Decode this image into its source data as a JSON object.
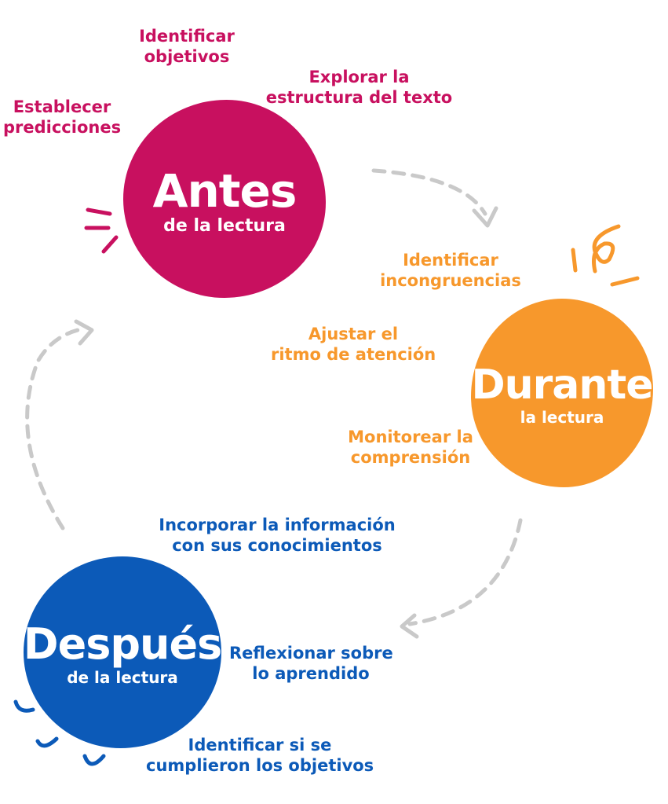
{
  "stages": {
    "antes": {
      "title": "Antes",
      "subtitle": "de la lectura",
      "color": "#c8105f"
    },
    "durante": {
      "title": "Durante",
      "subtitle": "la lectura",
      "color": "#f7982c"
    },
    "despues": {
      "title": "Después",
      "subtitle": "de la lectura",
      "color": "#0c5ab8"
    }
  },
  "antes_items": {
    "identificar_objetivos": [
      "Identificar",
      "objetivos"
    ],
    "explorar_estructura": [
      "Explorar la",
      "estructura del texto"
    ],
    "establecer_predicciones": [
      "Establecer",
      "predicciones"
    ]
  },
  "durante_items": {
    "identificar_incongruencias": [
      "Identificar",
      "incongruencias"
    ],
    "ajustar_ritmo": [
      "Ajustar el",
      "ritmo de atención"
    ],
    "monitorear": [
      "Monitorear la",
      "comprensión"
    ]
  },
  "despues_items": {
    "incorporar": [
      "Incorporar la información",
      "con sus conocimientos"
    ],
    "reflexionar": [
      "Reflexionar sobre",
      "lo aprendido"
    ],
    "identificar_cumplieron": [
      "Identificar si se",
      "cumplieron los objetivos"
    ]
  },
  "colors": {
    "arrow": "#c9c9c9"
  }
}
